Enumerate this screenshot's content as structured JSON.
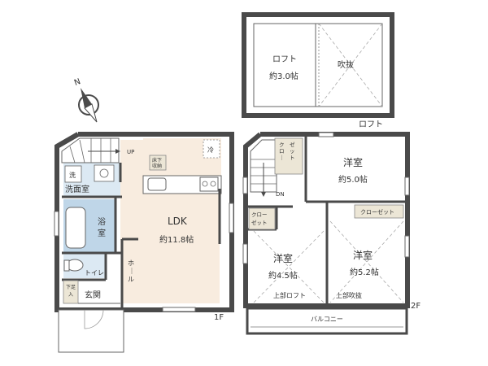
{
  "colors": {
    "wall": "#4a4a4a",
    "ldk_floor": "#f8ecdf",
    "wet_floor": "#dce9f3",
    "wet_tile": "#bfd6e8",
    "storage_fill": "#ece6d6",
    "outline": "#666666",
    "text": "#333333"
  },
  "compass": {
    "label": "N"
  },
  "loft": {
    "name": "ロフト",
    "area": "約3.0帖",
    "void": "吹抜",
    "floor_label": "ロフト"
  },
  "floor1": {
    "label": "1F",
    "ldk_name": "LDK",
    "ldk_area": "約11.8帖",
    "up": "UP",
    "fridge": "冷",
    "under_stair_storage": "床下\n収納",
    "wash": "洗",
    "washroom": "洗面室",
    "bath": "浴室",
    "toilet": "トイレ",
    "hall": "ホール",
    "shoe_storage": "下足入",
    "entrance": "玄関"
  },
  "floor2": {
    "label": "2F",
    "dn": "DN",
    "room1_name": "洋室",
    "room1_area": "約5.0帖",
    "room1_closet": "クローゼット",
    "room2_name": "洋室",
    "room2_area": "約4.5帖",
    "room2_closet": "クローゼット",
    "room2_note": "上部ロフト",
    "room3_name": "洋室",
    "room3_area": "約5.2帖",
    "room3_closet": "クローゼット",
    "room3_note": "上部吹抜",
    "balcony": "バルコニー"
  }
}
